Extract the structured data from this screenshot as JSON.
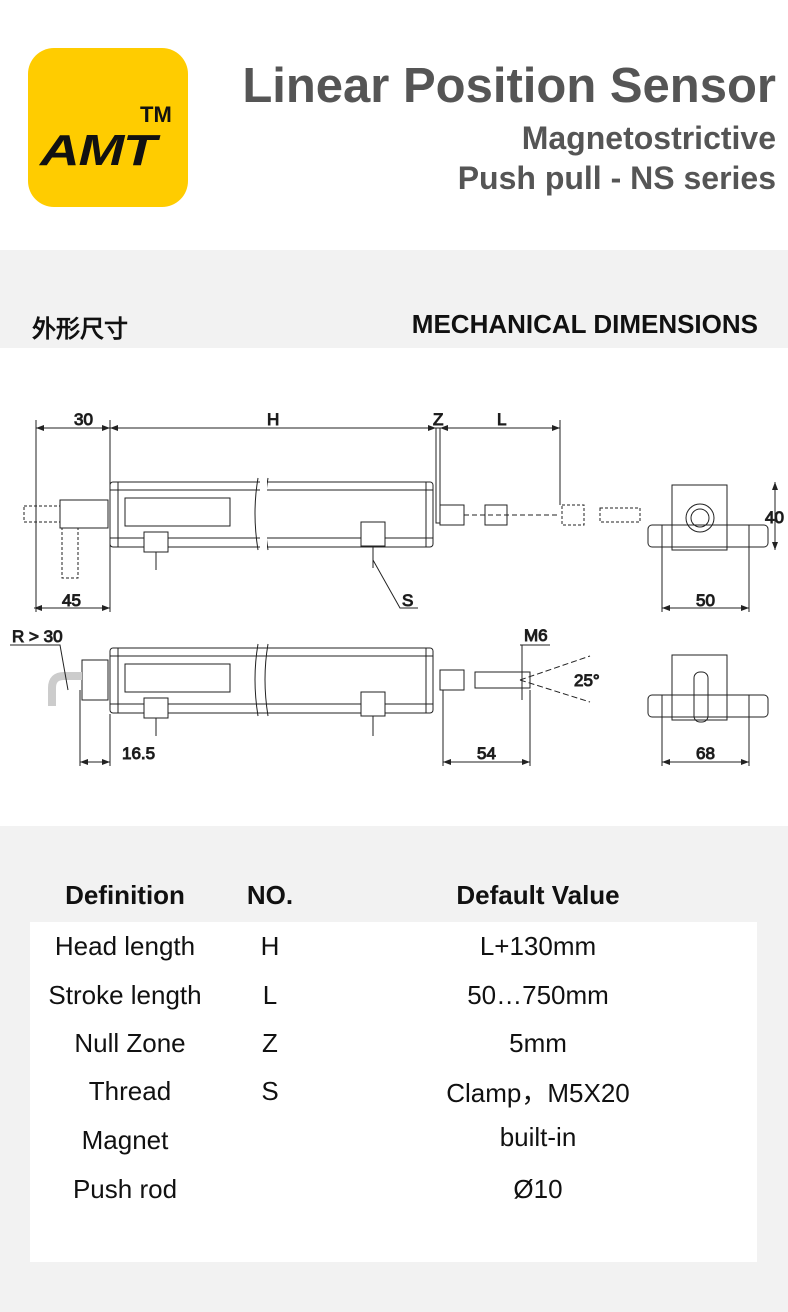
{
  "header": {
    "logo_text": "AMT",
    "logo_tm": "TM",
    "title": "Linear Position Sensor",
    "subtitle_1": "Magnetostrictive",
    "subtitle_2": "Push pull - NS series"
  },
  "colors": {
    "brand_yellow": "#FFCC00",
    "title_gray": "#555555",
    "band_gray": "#F2F2F2"
  },
  "section": {
    "title_cn": "外形尺寸",
    "title_en": "MECHANICAL DIMENSIONS"
  },
  "drawing": {
    "top": {
      "dim_30": "30",
      "dim_h": "H",
      "dim_z": "Z",
      "dim_l": "L",
      "dim_45": "45",
      "dim_s": "S",
      "dim_40": "40",
      "dim_50": "50"
    },
    "bottom": {
      "dim_r": "R > 30",
      "dim_m6": "M6",
      "dim_25": "25°",
      "dim_16_5": "16.5",
      "dim_54": "54",
      "dim_68": "68"
    }
  },
  "table": {
    "headers": [
      "Definition",
      "NO.",
      "Default Value"
    ],
    "rows": [
      {
        "definition": "Head length",
        "no": "H",
        "value": "L+130mm"
      },
      {
        "definition": "Stroke length",
        "no": "L",
        "value": "50…750mm"
      },
      {
        "definition": "Null Zone",
        "no": "Z",
        "value": "5mm"
      },
      {
        "definition": "Thread",
        "no": "S",
        "value": "Clamp，M5X20"
      },
      {
        "definition": "Magnet",
        "no": "",
        "value": "built-in"
      },
      {
        "definition": "Push rod",
        "no": "",
        "value": "Ø10"
      }
    ]
  }
}
